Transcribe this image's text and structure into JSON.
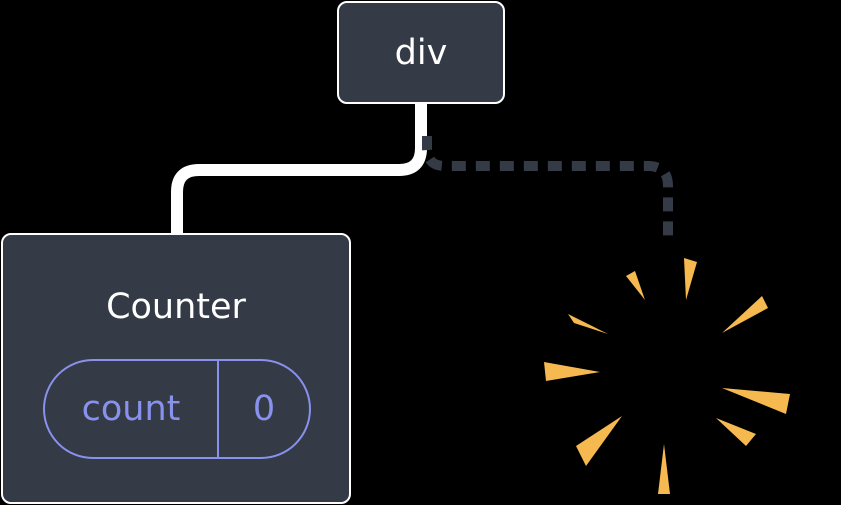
{
  "root": {
    "label": "div"
  },
  "child": {
    "label": "Counter",
    "state": {
      "name": "count",
      "value": "0"
    }
  },
  "colors": {
    "node_fill": "#343a46",
    "node_border": "#ffffff",
    "state_accent": "#8891ec",
    "connector_solid": "#ffffff",
    "connector_dashed": "#343a46",
    "burst": "#f6b94f"
  },
  "icons": {
    "removed_component": "burst-icon"
  }
}
